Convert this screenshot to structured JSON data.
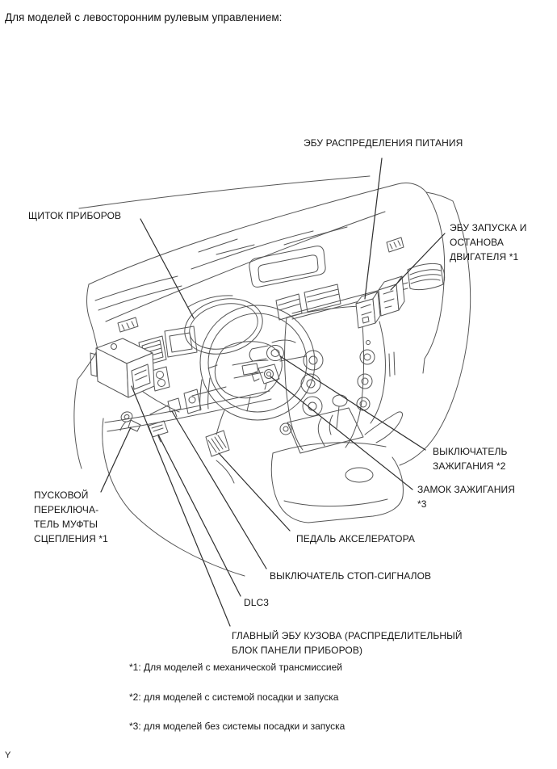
{
  "page": {
    "title": "Для моделей с левосторонним рулевым управлением:",
    "page_marker": "Y"
  },
  "diagram": {
    "description": "component-location line drawing of left-hand-drive dashboard",
    "labels": [
      {
        "id": "power-distribution-ecu",
        "text": "ЭБУ РАСПРЕДЕЛЕНИЯ ПИТАНИЯ"
      },
      {
        "id": "instrument-cluster",
        "text": "ЩИТОК ПРИБОРОВ"
      },
      {
        "id": "engine-start-stop-ecu",
        "text": "ЭБУ ЗАПУСКА И\nОСТАНОВА\nДВИГАТЕЛЯ *1"
      },
      {
        "id": "ignition-switch",
        "text": "ВЫКЛЮЧАТЕЛЬ\nЗАЖИГАНИЯ *2"
      },
      {
        "id": "ignition-lock",
        "text": "ЗАМОК ЗАЖИГАНИЯ\n*3"
      },
      {
        "id": "clutch-start-switch",
        "text": "ПУСКОВОЙ\nПЕРЕКЛЮЧА-\nТЕЛЬ МУФТЫ\nСЦЕПЛЕНИЯ *1"
      },
      {
        "id": "accelerator-pedal",
        "text": "ПЕДАЛЬ АКСЕЛЕРАТОРА"
      },
      {
        "id": "stop-light-switch",
        "text": "ВЫКЛЮЧАТЕЛЬ СТОП-СИГНАЛОВ"
      },
      {
        "id": "dlc3",
        "text": "DLC3"
      },
      {
        "id": "main-body-ecu",
        "text": "ГЛАВНЫЙ ЭБУ КУЗОВА (РАСПРЕДЕЛИТЕЛЬНЫЙ\nБЛОК ПАНЕЛИ ПРИБОРОВ)"
      }
    ],
    "footnotes": [
      "*1: Для моделей с механической трансмиссией",
      "*2: для моделей с системой посадки и запуска",
      "*3: для моделей без системы посадки и запуска"
    ],
    "colors": {
      "artwork_line": "#555555",
      "leader_line": "#2e2e2e",
      "text": "#161616",
      "background": "#ffffff"
    }
  }
}
